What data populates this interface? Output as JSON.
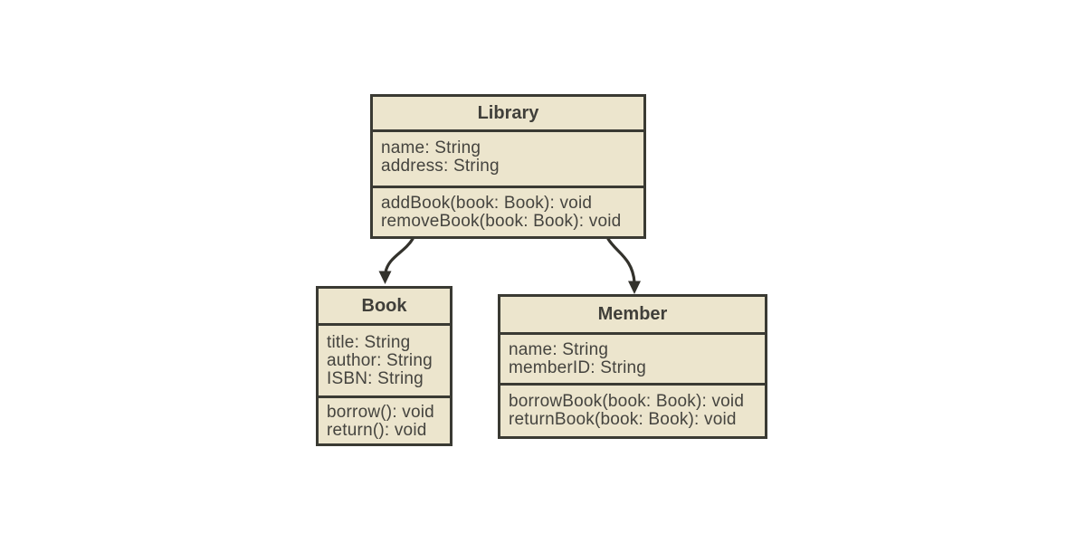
{
  "diagram_type": "uml-class-diagram",
  "colors": {
    "background": "#ffffff",
    "box_fill": "#ece5cd",
    "box_border": "#3a3a33",
    "text": "#45443f",
    "arrow": "#33322c"
  },
  "classes": {
    "library": {
      "name": "Library",
      "attributes": [
        "name: String",
        "address: String"
      ],
      "methods": [
        "addBook(book: Book): void",
        "removeBook(book: Book): void"
      ]
    },
    "book": {
      "name": "Book",
      "attributes": [
        "title: String",
        "author: String",
        "ISBN: String"
      ],
      "methods": [
        "borrow(): void",
        "return(): void"
      ]
    },
    "member": {
      "name": "Member",
      "attributes": [
        "name: String",
        "memberID: String"
      ],
      "methods": [
        "borrowBook(book: Book): void",
        "returnBook(book: Book): void"
      ]
    }
  },
  "relationships": [
    {
      "from": "Library",
      "to": "Book",
      "type": "directed-association",
      "arrowhead": "solid-triangle-filled"
    },
    {
      "from": "Library",
      "to": "Member",
      "type": "directed-association",
      "arrowhead": "solid-triangle-filled"
    }
  ]
}
